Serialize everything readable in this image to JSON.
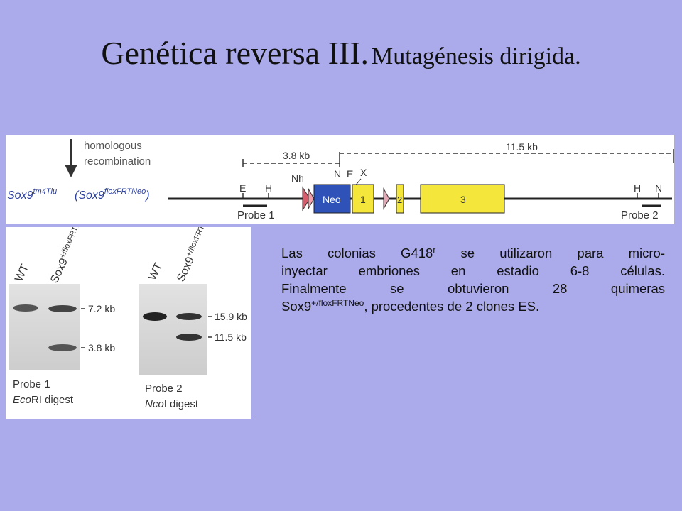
{
  "title": {
    "main": "Genética reversa III.",
    "sub": "Mutagénesis dirigida."
  },
  "map": {
    "arrow_label_1": "homologous",
    "arrow_label_2": "recombination",
    "allele_1_base": "Sox9",
    "allele_1_sup": "tm4Tlu",
    "allele_2_open": "(Sox9",
    "allele_2_sup": "floxFRTNeo",
    "allele_2_close": ")",
    "dist_short": "3.8 kb",
    "dist_long": "11.5 kb",
    "site_E1": "E",
    "site_H1": "H",
    "site_Nh": "Nh",
    "site_N1": "N",
    "site_E2": "E",
    "site_X": "X",
    "site_H2": "H",
    "site_N2": "N",
    "neo_label": "Neo",
    "exon_1": "1",
    "exon_2": "2",
    "exon_3": "3",
    "probe_1": "Probe 1",
    "probe_2": "Probe 2",
    "colors": {
      "neo": "#2e52b8",
      "exon": "#f5e63c",
      "lox": "#d75b6b"
    }
  },
  "blot": {
    "wt_1": "WT",
    "sox_1_base": "Sox9",
    "sox_1_sup": "+/floxFRTNeo",
    "size_72": "7.2 kb",
    "size_38": "3.8 kb",
    "probe_1": "Probe 1",
    "digest_1_italic": "Eco",
    "digest_1_rest": "RI digest",
    "wt_2": "WT",
    "sox_2_base": "Sox9",
    "sox_2_sup": "+/floxFRTNeo",
    "size_159": "15.9 kb",
    "size_115": "11.5 kb",
    "probe_2": "Probe 2",
    "digest_2_italic": "Nco",
    "digest_2_rest": "I digest"
  },
  "description": {
    "l1_a": "Las colonias G418",
    "l1_sup": "r",
    "l1_b": " se utilizaron para micro-",
    "l2": "inyectar embriones en estadio 6-8 células.",
    "l3": "Finalmente se obtuvieron 28 quimeras",
    "l4_a": "Sox9",
    "l4_sup": "+/floxFRTNeo",
    "l4_b": ", procedentes de 2 clones ES."
  }
}
